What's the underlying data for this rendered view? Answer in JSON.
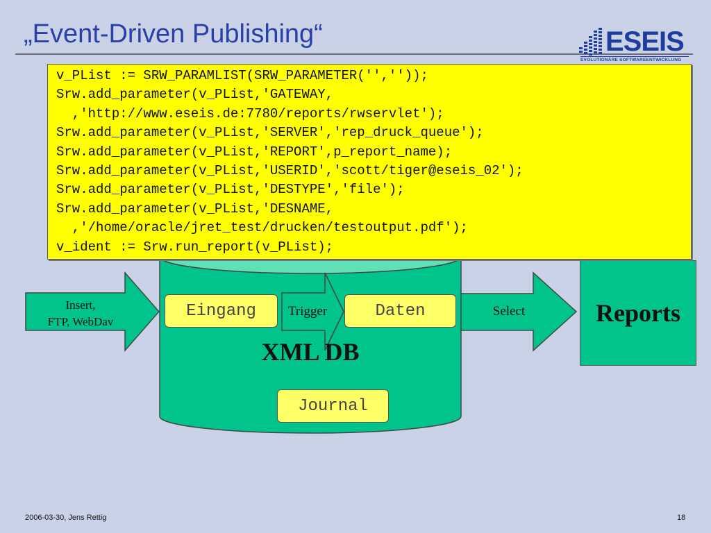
{
  "title": "„Event-Driven Publishing“",
  "logo": {
    "word": "ESEIS",
    "subtitle": "EVOLUTIONÄRE SOFTWAREENTWICKLUNG"
  },
  "code": {
    "lines": [
      "v_PList := SRW_PARAMLIST(SRW_PARAMETER('',''));",
      "Srw.add_parameter(v_PList,'GATEWAY,",
      "  ,'http://www.eseis.de:7780/reports/rwservlet');",
      "Srw.add_parameter(v_PList,'SERVER','rep_druck_queue');",
      "Srw.add_parameter(v_PList,'REPORT',p_report_name);",
      "Srw.add_parameter(v_PList,'USERID','scott/tiger@eseis_02');",
      "Srw.add_parameter(v_PList,'DESTYPE','file');",
      "Srw.add_parameter(v_PList,'DESNAME,",
      "  ,'/home/oracle/jret_test/drucken/testoutput.pdf');",
      "v_ident := Srw.run_report(v_PList);"
    ]
  },
  "diagram": {
    "input_arrow": {
      "line1": "Insert,",
      "line2": "FTP, WebDav"
    },
    "eingang": "Eingang",
    "trigger": "Trigger",
    "daten": "Daten",
    "database": "XML DB",
    "journal": "Journal",
    "select": "Select",
    "reports": "Reports"
  },
  "colors": {
    "background": "#c9d2e6",
    "title": "#2b3fa8",
    "code_box": "#ffff00",
    "pill": "#ffff66",
    "green": "#00c48c",
    "green_light": "#5fe0b8"
  },
  "footer": {
    "left": "2006-03-30, Jens Rettig",
    "page": "18"
  }
}
